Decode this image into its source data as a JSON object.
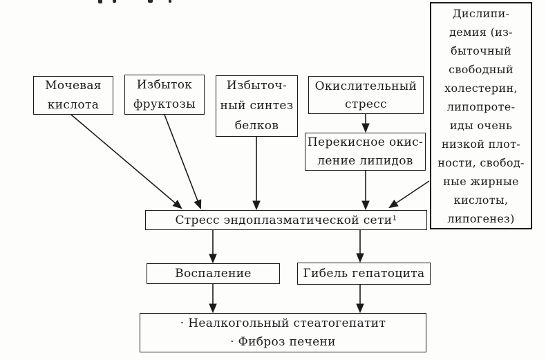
{
  "figure": {
    "background": "#fdfdfc",
    "line_color": "#1b1b1b"
  },
  "boxes": {
    "uric_acid": {
      "label": "Мочевая\nкислота"
    },
    "excess_fructose": {
      "label": "Избыток\nфруктозы"
    },
    "excess_protein_synthesis": {
      "label": "Избыточ-\nный синтез\nбелков"
    },
    "oxidative_stress": {
      "label": "Окислительный\nстресс"
    },
    "lipid_peroxidation": {
      "label": "Перекисное окис-\nление липидов"
    },
    "dyslipidemia": {
      "label": "Дислипи-\nдемия (из-\nбыточный\nсвободный\nхолестерин,\nлипопроте-\nиды очень\nнизкой плот-\nности, свобод-\nные жирные\nкислоты,\nлипогенез)"
    },
    "er_stress": {
      "label": "Стресс эндоплазматической сети¹"
    },
    "inflammation": {
      "label": "Воспаление"
    },
    "hepatocyte_death": {
      "label": "Гибель гепатоцита"
    },
    "outcomes": {
      "label": "· Неалкогольный стеатогепатит\n· Фиброз печени"
    }
  }
}
